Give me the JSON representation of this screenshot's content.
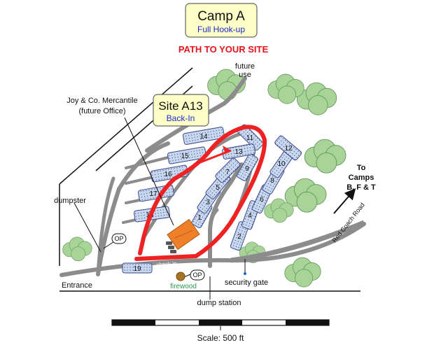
{
  "header": {
    "camp_title": "Camp A",
    "camp_subtitle": "Full Hook-up",
    "path_title": "PATH TO YOUR SITE"
  },
  "callout": {
    "site_title": "Site A13",
    "site_subtitle": "Back-In"
  },
  "labels": {
    "future_use_1": "future",
    "future_use_2": "use",
    "mercantile_1": "Joy & Co. Mercantile",
    "mercantile_2": "(future Office)",
    "dumpster": "dumpster",
    "op_1": "OP",
    "op_2": "OP",
    "check_in": "check in",
    "firewood": "firewood",
    "entrance": "Entrance",
    "dump_station": "dump station",
    "security_gate": "security gate",
    "road": "Red Coach Road",
    "to_camps_1": "To",
    "to_camps_2": "Camps",
    "to_camps_3": "B, F & T"
  },
  "sites": [
    "1",
    "2",
    "3",
    "4",
    "5",
    "6",
    "7",
    "8",
    "9",
    "10",
    "11",
    "12",
    "13",
    "14",
    "15",
    "16",
    "17",
    "18",
    "19"
  ],
  "scale": {
    "label": "Scale: 500 ft"
  },
  "colors": {
    "callout_fill": "#ffffc8",
    "title_red": "#e8141c",
    "path_red": "#ee2222",
    "road_gray": "#8c8c8c",
    "site_fill": "#c9d8ee",
    "tree_green": "#a8d49a",
    "building_orange": "#f07f2a",
    "blue_text": "#1a2ad0",
    "firewood_green": "#2a9a4a"
  }
}
